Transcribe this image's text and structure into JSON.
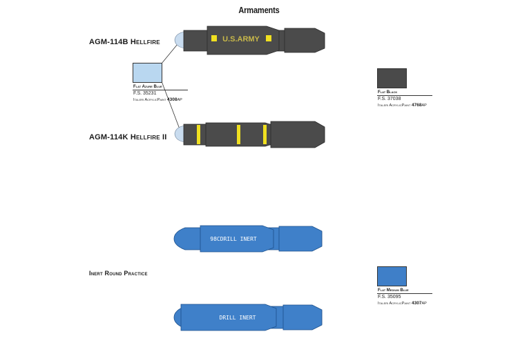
{
  "title": "Armaments",
  "labels": {
    "agm114b": "AGM-114B Hellfire",
    "agm114k": "AGM-114K Hellfire II",
    "inert": "Inert Round Practice"
  },
  "markings": {
    "us_army": "U.S.ARMY",
    "drill_inert_1": "98CDRILL INERT",
    "drill_inert_2": "DRILL INERT"
  },
  "paints": {
    "azure": {
      "name": "Flat Azure Blue",
      "fs": "F.S. 35231",
      "maker": "Italeri AcrylicPaint",
      "code": "4308",
      "suffix": "AP",
      "color": "#b9d7f0"
    },
    "black": {
      "name": "Flat Black",
      "fs": "F.S. 37038",
      "maker": "Italeri AcrylicPaint",
      "code": "4768",
      "suffix": "AP",
      "color": "#4a4a4a"
    },
    "medium_blue": {
      "name": "Flat Medium Blue",
      "fs": "F.S. 35095",
      "maker": "Italeri AcrylicPaint",
      "code": "4307",
      "suffix": "AP",
      "color": "#3f7fc8"
    }
  },
  "colors": {
    "missile_dark": "#4b4b4b",
    "missile_blue": "#3f80c9",
    "stripe_yellow": "#f0e020",
    "text_army": "#c8b84a",
    "seeker": "#c9dcef"
  }
}
